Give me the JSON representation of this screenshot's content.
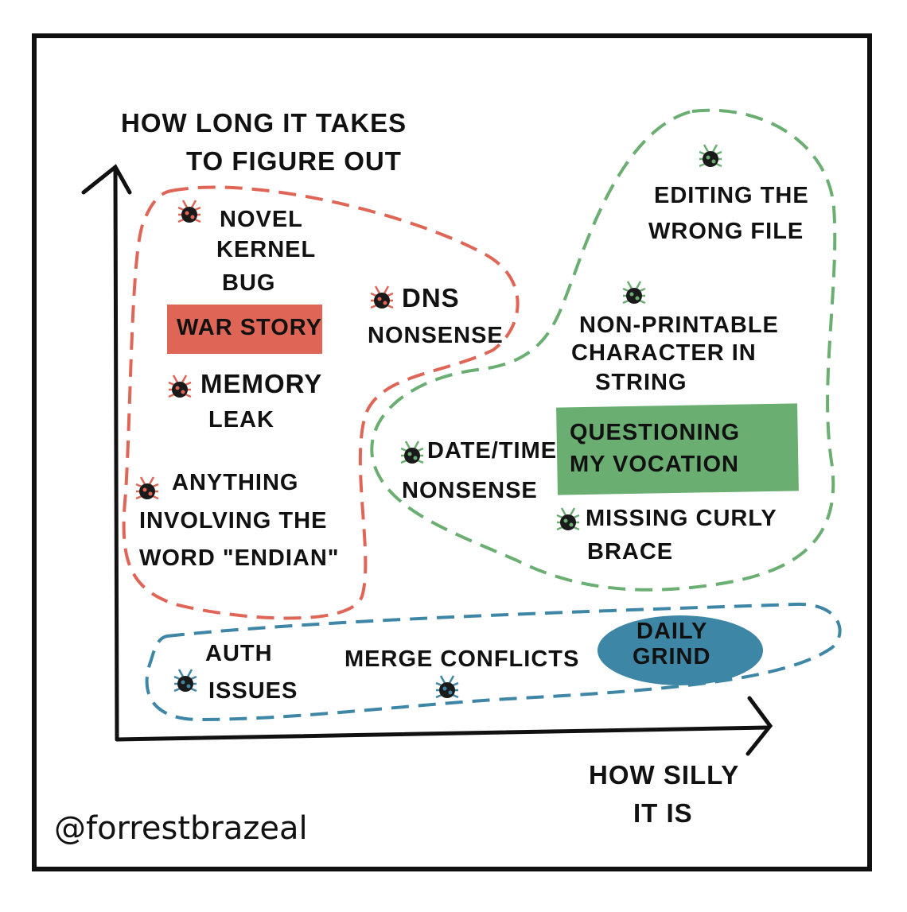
{
  "colors": {
    "frame": "#111111",
    "war_story": "#df6656",
    "questioning": "#6aae72",
    "daily_grind": "#3e86a6",
    "bug_body": "#1a1a1a"
  },
  "axes": {
    "y_label_line1": "How long it takes",
    "y_label_line2": "to figure out",
    "x_label_line1": "How silly",
    "x_label_line2": "it is"
  },
  "war_story": {
    "label": "War story",
    "items": [
      {
        "lines": [
          "Novel",
          "kernel",
          "bug"
        ]
      },
      {
        "lines": [
          "DNS",
          "nonsense"
        ]
      },
      {
        "lines": [
          "Memory",
          "leak"
        ]
      },
      {
        "lines": [
          "Anything",
          "involving the",
          "word \"endian\""
        ]
      }
    ]
  },
  "questioning": {
    "label_line1": "Questioning",
    "label_line2": "my vocation",
    "items": [
      {
        "lines": [
          "Editing the",
          "wrong file"
        ]
      },
      {
        "lines": [
          "Non-printable",
          "character in",
          "string"
        ]
      },
      {
        "lines": [
          "Date/time",
          "nonsense"
        ]
      },
      {
        "lines": [
          "Missing curly",
          "brace"
        ]
      }
    ]
  },
  "daily_grind": {
    "label_line1": "Daily",
    "label_line2": "grind",
    "items": [
      {
        "lines": [
          "Auth",
          "issues"
        ]
      },
      {
        "lines": [
          "Merge conflicts"
        ]
      }
    ]
  },
  "signature": "@forrestbrazeal",
  "icons": [
    "bug-icon"
  ]
}
